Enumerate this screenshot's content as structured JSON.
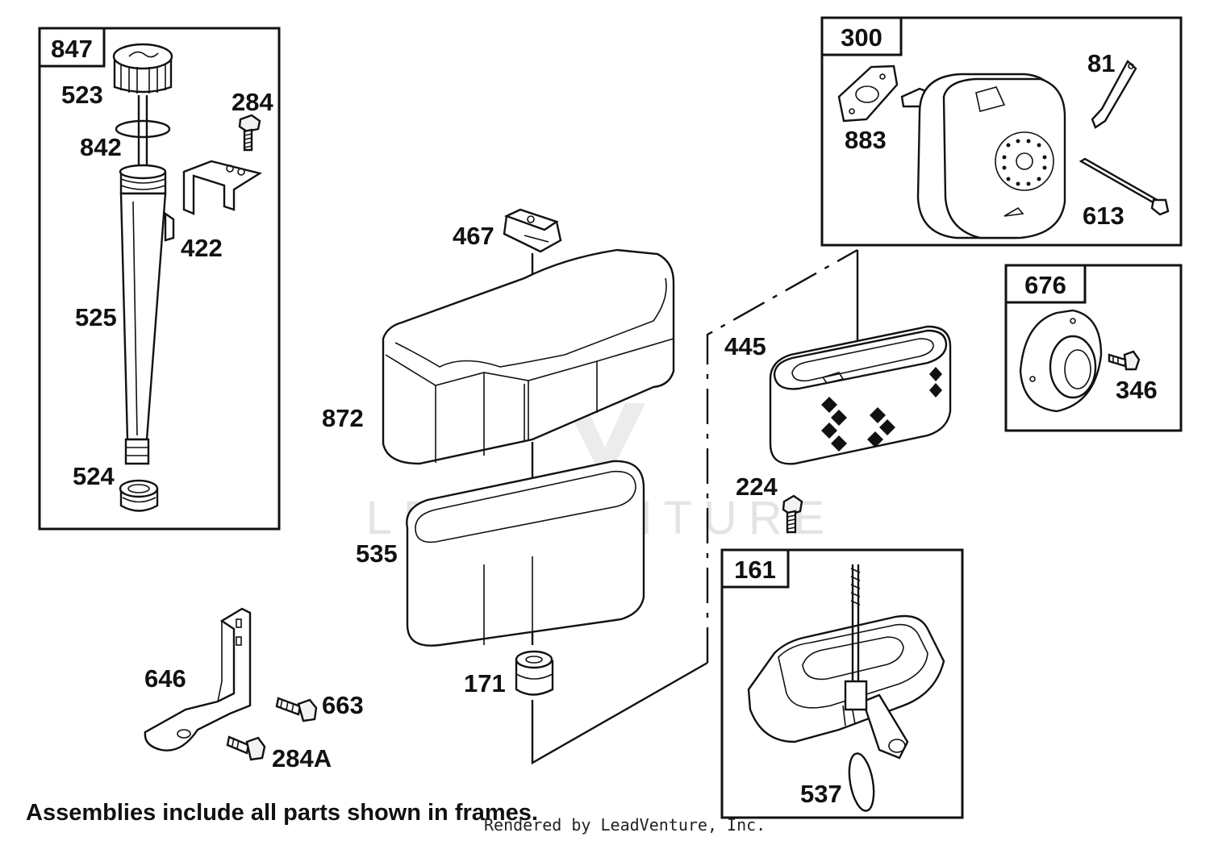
{
  "watermark": "LEADVENTURE",
  "frames": [
    {
      "id": "847"
    },
    {
      "id": "300"
    },
    {
      "id": "676"
    },
    {
      "id": "161"
    }
  ],
  "parts": {
    "p523": "523",
    "p284": "284",
    "p842": "842",
    "p422": "422",
    "p525": "525",
    "p524": "524",
    "p883": "883",
    "p81": "81",
    "p613": "613",
    "p346": "346",
    "p467": "467",
    "p872": "872",
    "p535": "535",
    "p171": "171",
    "p445": "445",
    "p224": "224",
    "p537": "537",
    "p646": "646",
    "p663": "663",
    "p284a": "284A"
  },
  "footer": {
    "note": "Assemblies include all parts shown in frames.",
    "credit": "Rendered by LeadVenture, Inc."
  }
}
